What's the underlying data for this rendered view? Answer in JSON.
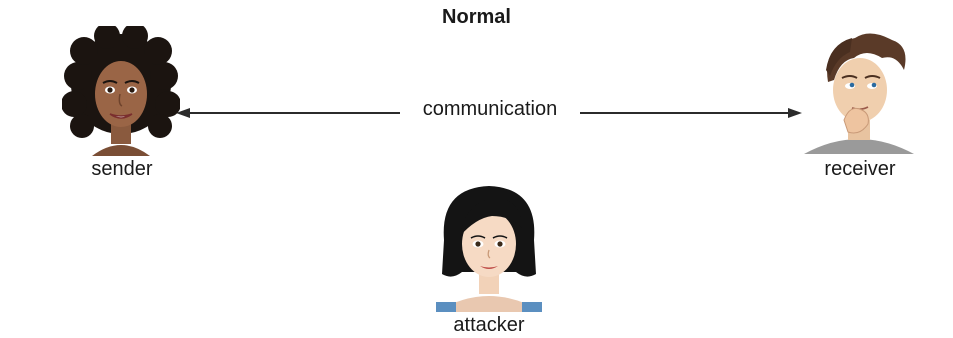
{
  "diagram": {
    "title": "Normal",
    "communication_label": "communication",
    "actors": {
      "sender": {
        "label": "sender",
        "icon": "woman-curly-hair-avatar"
      },
      "receiver": {
        "label": "receiver",
        "icon": "man-thinking-avatar"
      },
      "attacker": {
        "label": "attacker",
        "icon": "woman-bob-hair-avatar"
      }
    },
    "arrow": {
      "direction": "bidirectional",
      "from": "sender",
      "to": "receiver"
    },
    "colors": {
      "line": "#2b2b2b",
      "text": "#1a1a1a"
    }
  }
}
